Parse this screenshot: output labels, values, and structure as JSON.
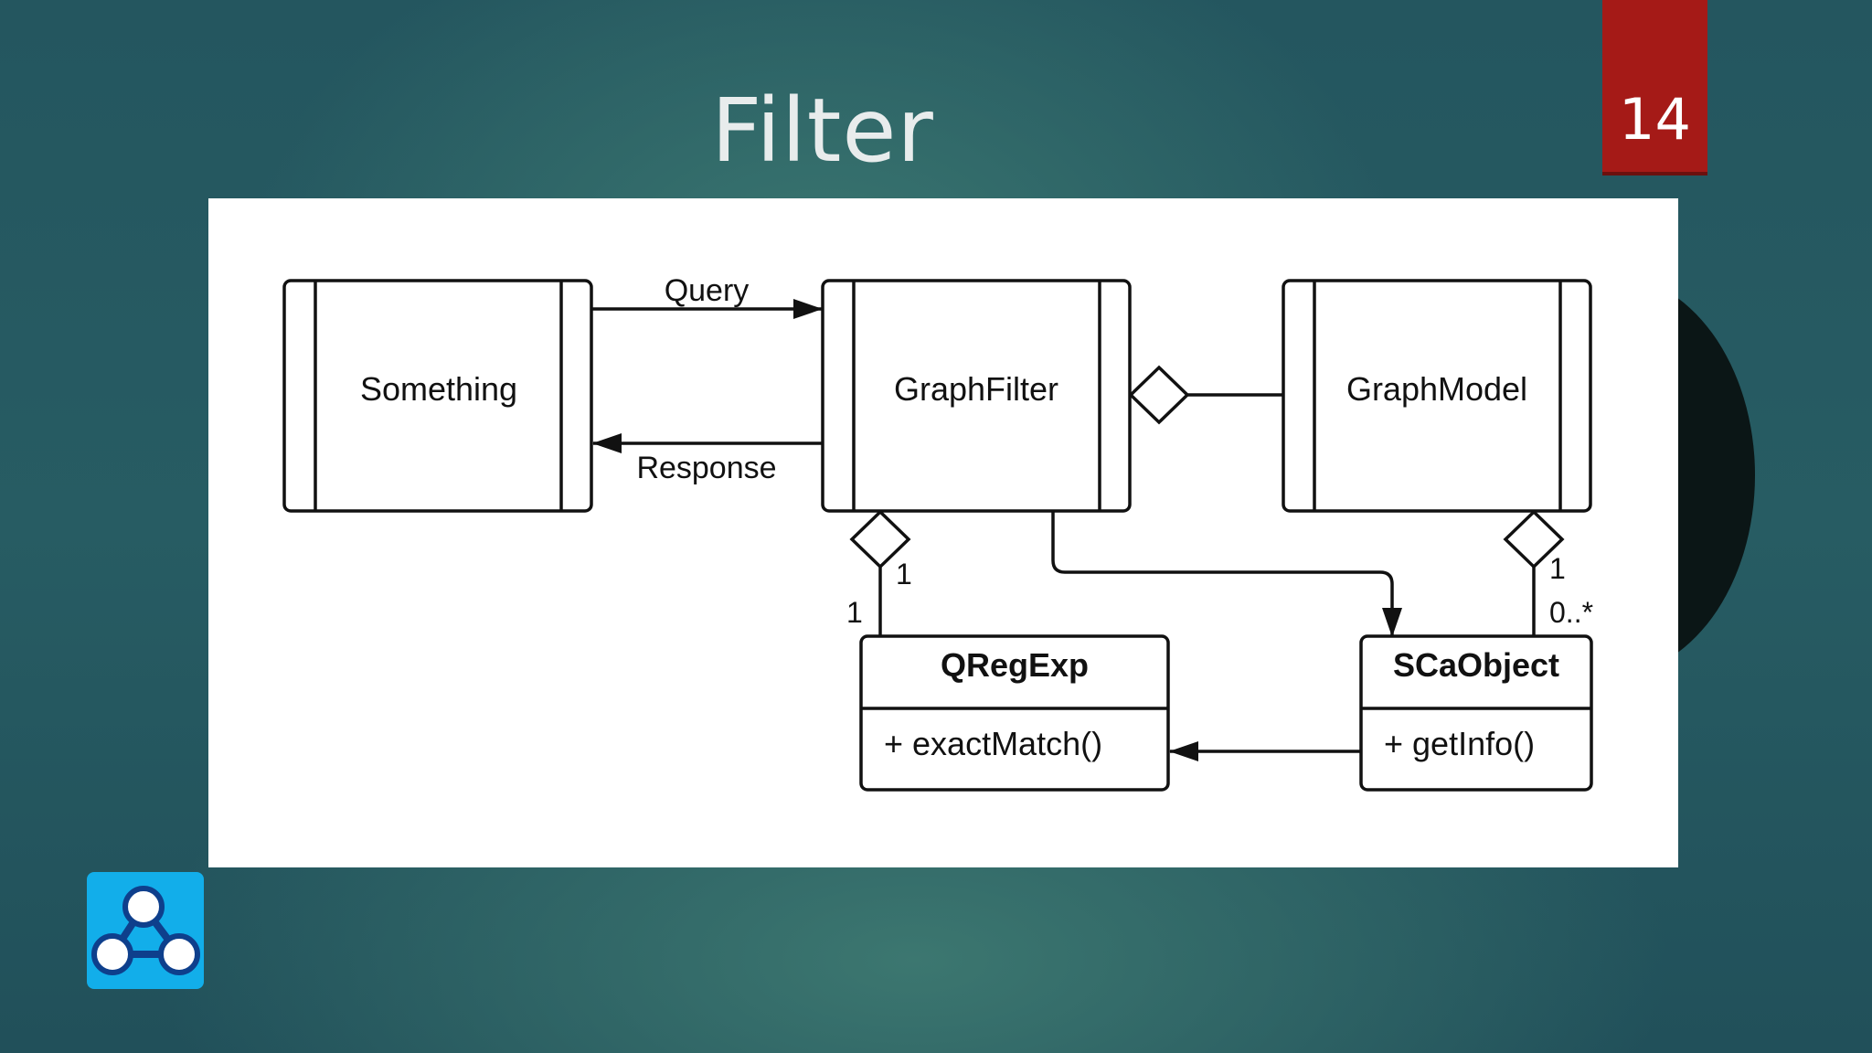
{
  "slide": {
    "title": "Filter",
    "page_number": "14"
  },
  "diagram": {
    "classes": {
      "something": "Something",
      "graph_filter": "GraphFilter",
      "graph_model": "GraphModel",
      "qregexp": {
        "name": "QRegExp",
        "method": "+ exactMatch()"
      },
      "scaobject": {
        "name": "SCaObject",
        "method": "+ getInfo()"
      }
    },
    "edges": {
      "query_label": "Query",
      "response_label": "Response",
      "filter_qregexp_mult_top": "1",
      "filter_qregexp_mult_bottom": "1",
      "model_scaobject_mult_top": "1",
      "model_scaobject_mult_bottom": "0..*"
    }
  },
  "colors": {
    "accent_badge": "#a51a17",
    "logo_tile": "#12aeea",
    "logo_node": "#0e3f8c"
  },
  "icons": {
    "logo": "graph-nodes-icon"
  }
}
